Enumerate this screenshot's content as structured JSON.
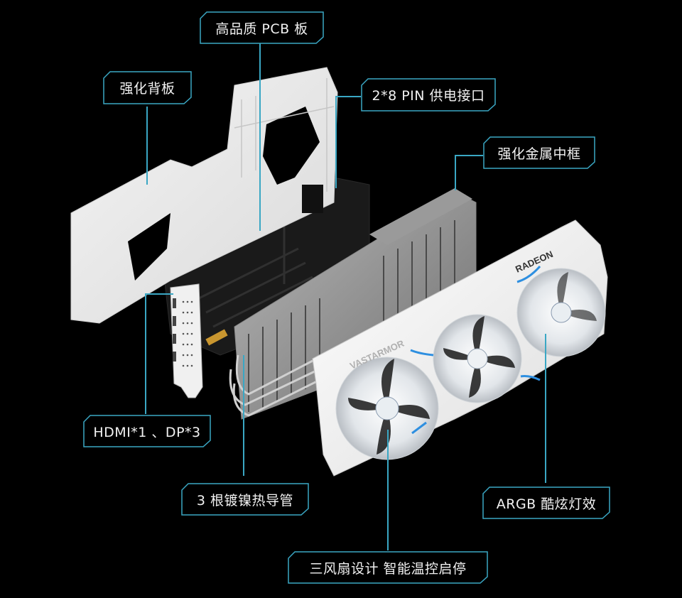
{
  "callouts": {
    "pcb": {
      "label": "高品质 PCB 板"
    },
    "backplate": {
      "label": "强化背板"
    },
    "power": {
      "label": "2*8 PIN 供电接口"
    },
    "frame": {
      "label": "强化金属中框"
    },
    "io": {
      "label": "HDMI*1 、DP*3"
    },
    "heatpipes": {
      "label": "3 根镀镍热导管"
    },
    "argb": {
      "label": "ARGB 酷炫灯效"
    },
    "fans": {
      "label": "三风扇设计 智能温控启停"
    }
  },
  "product": {
    "brand_text": "VASTARMOR",
    "chip_text": "RADEON"
  },
  "colors": {
    "background": "#000000",
    "accent_line": "#3aa7c4",
    "label_text": "#f2f2f2",
    "led_blue": "#2e8fe0"
  }
}
